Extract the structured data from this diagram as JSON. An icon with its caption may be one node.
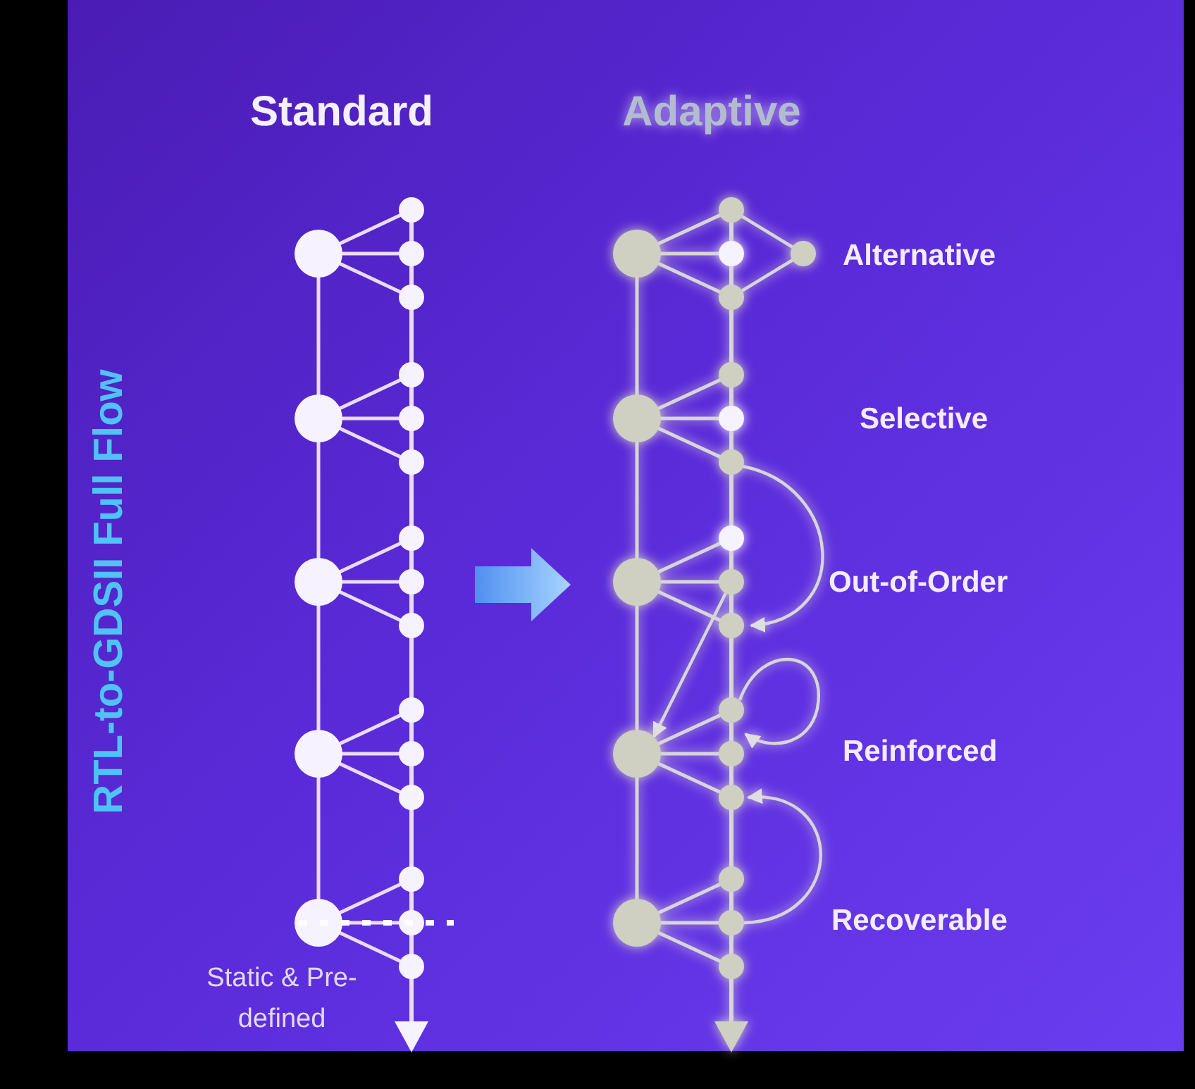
{
  "diagram": {
    "nodes": [
      {
        "text": [
          "Standard",
          "Static & Pre-defined"
        ]
      },
      {
        "text": [
          "Adaptive"
        ]
      }
    ],
    "edges": [
      {
        "from": 0,
        "to": 1,
        "arrow": "to",
        "style": "thick",
        "color": "#4f8ff0"
      }
    ],
    "labels": [
      "RTL-to-GDSII Full Flow",
      "Alternative",
      "Selective",
      "Out-of-Order",
      "Reinforced",
      "Recoverable"
    ]
  }
}
